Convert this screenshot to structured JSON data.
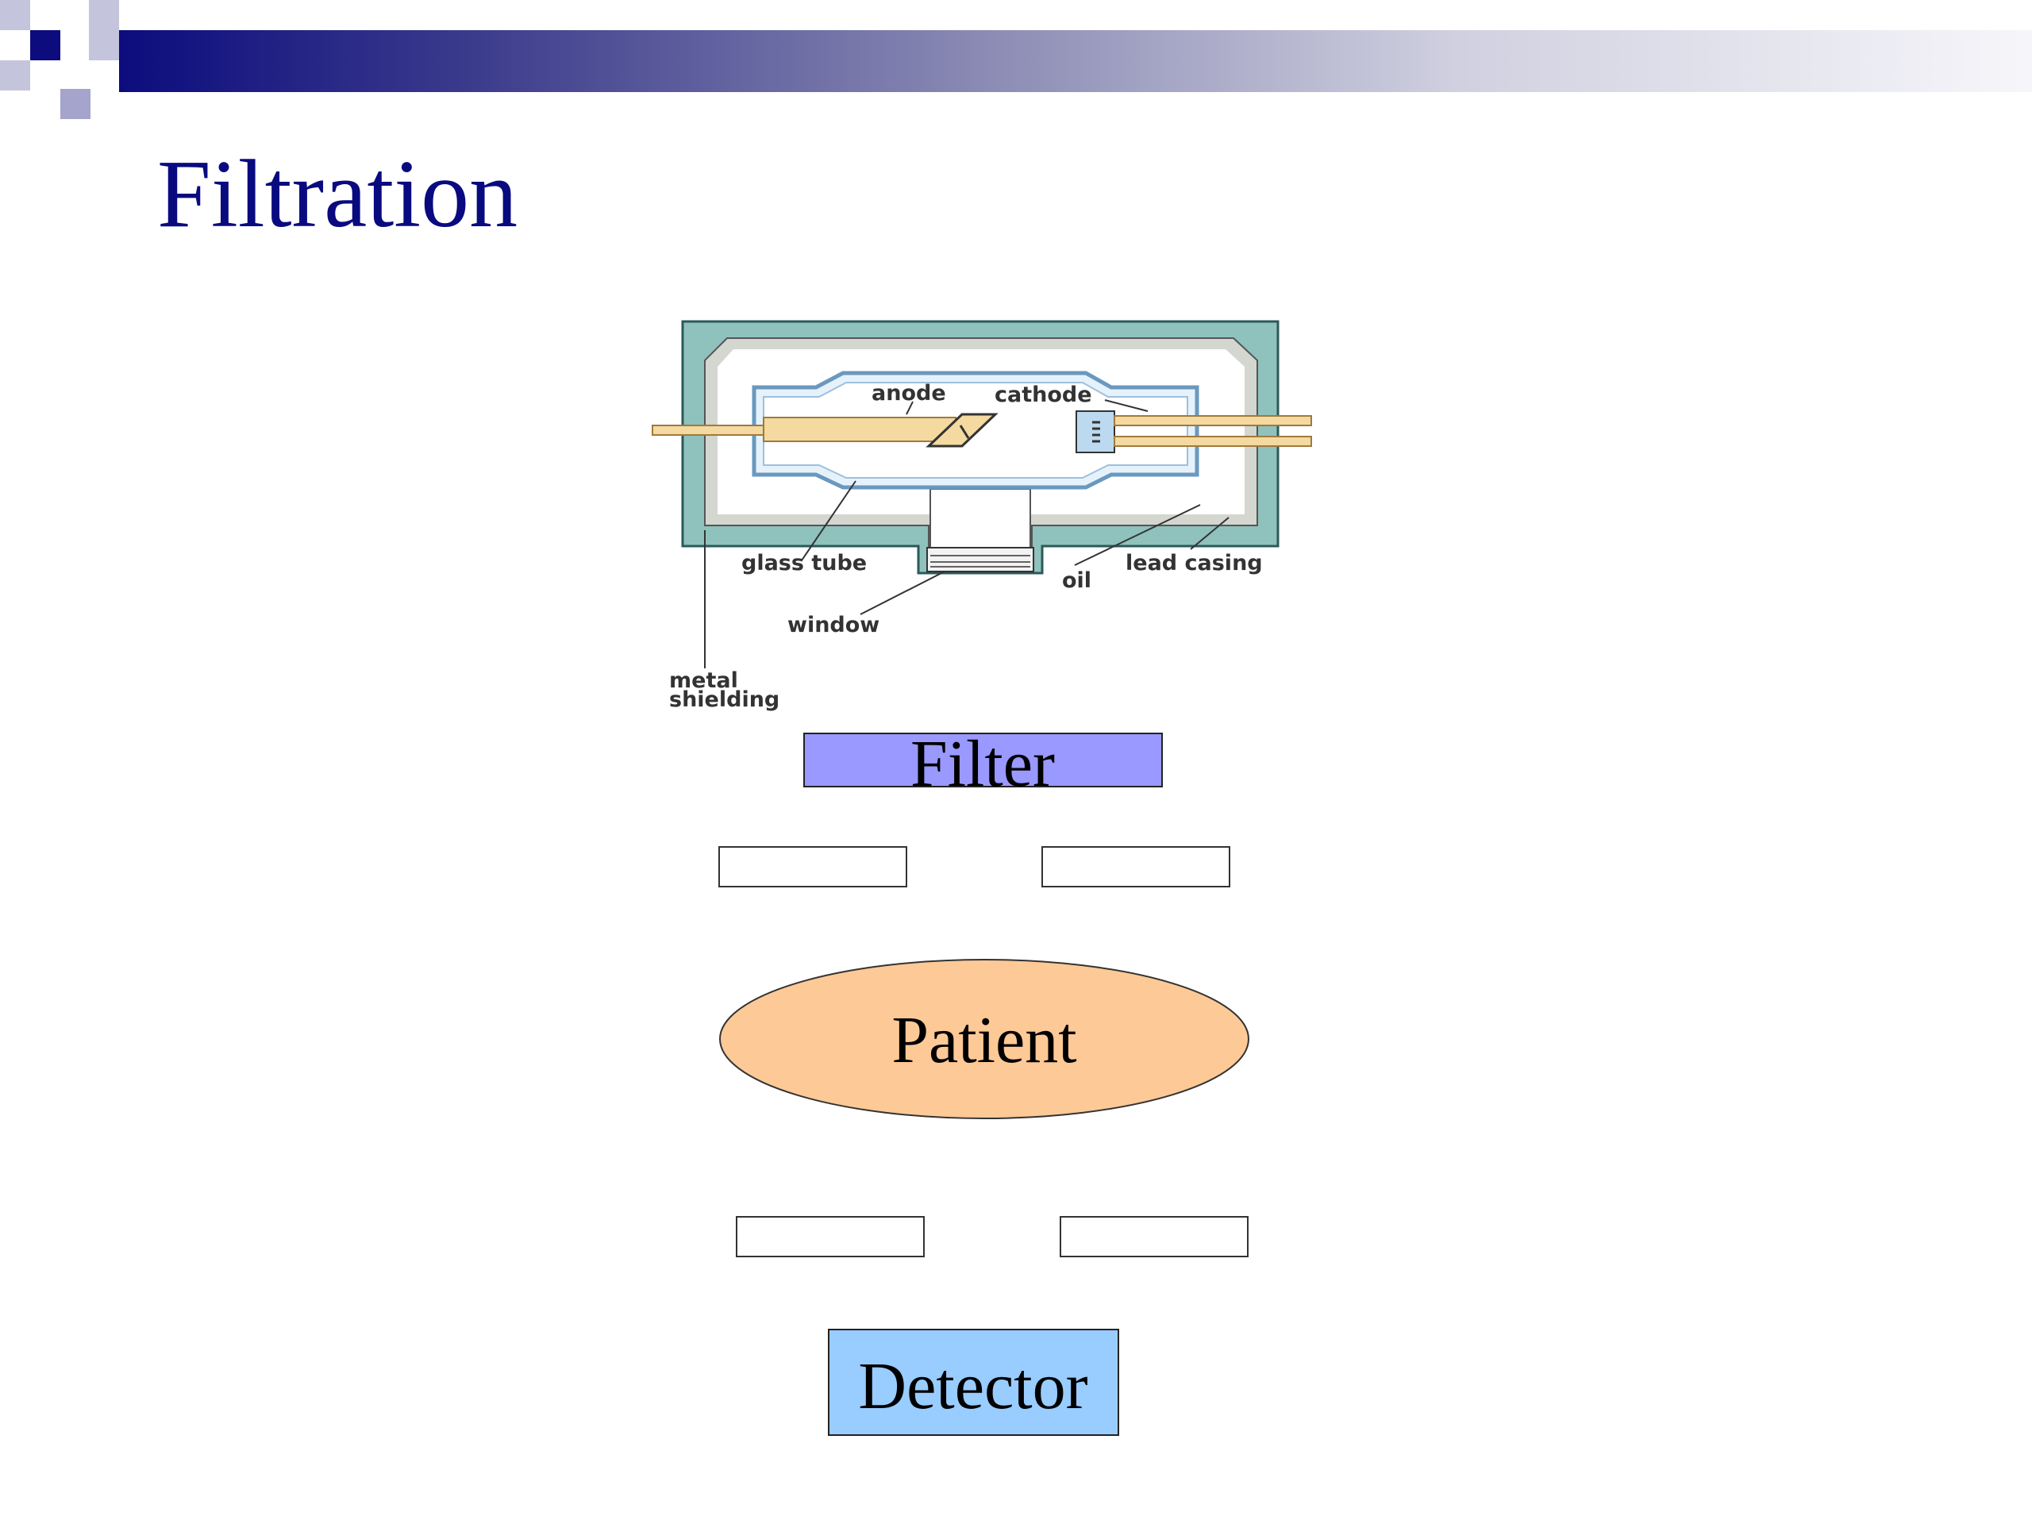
{
  "slide": {
    "title": "Filtration"
  },
  "tube_diagram": {
    "labels": {
      "anode": "anode",
      "cathode": "cathode",
      "glass_tube": "glass tube",
      "window": "window",
      "oil": "oil",
      "lead_casing": "lead casing",
      "metal": "metal",
      "shielding": "shielding"
    }
  },
  "boxes": {
    "filter": "Filter",
    "patient": "Patient",
    "detector": "Detector"
  },
  "colors": {
    "title": "#0a0a80",
    "filter_fill": "#9999ff",
    "patient_fill": "#fdc996",
    "detector_fill": "#99ccff",
    "casing_fill": "#8fc1bd"
  }
}
